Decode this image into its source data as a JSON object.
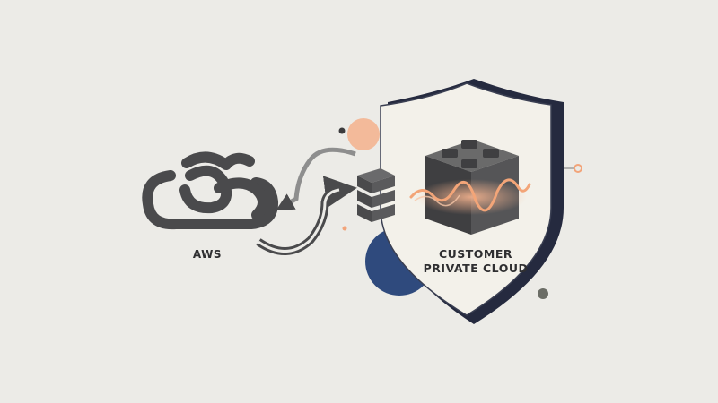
{
  "nodes": {
    "aws": {
      "label": "AWS"
    },
    "customer_cloud": {
      "line1": "CUSTOMER",
      "line2": "PRIVATE CLOUD"
    }
  },
  "icons": [
    "cloud-icon",
    "shield-icon",
    "server-stack-icon",
    "block-cube-icon",
    "signal-wave-icon"
  ],
  "colors": {
    "background": "#ecebe7",
    "outline": "#2d3348",
    "stroke": "#4a4a4c",
    "cube_dark": "#4a4a4a",
    "accent_orange": "#f2a47a",
    "accent_navy": "#2f4a7d",
    "accent_gray": "#6b6d66"
  }
}
